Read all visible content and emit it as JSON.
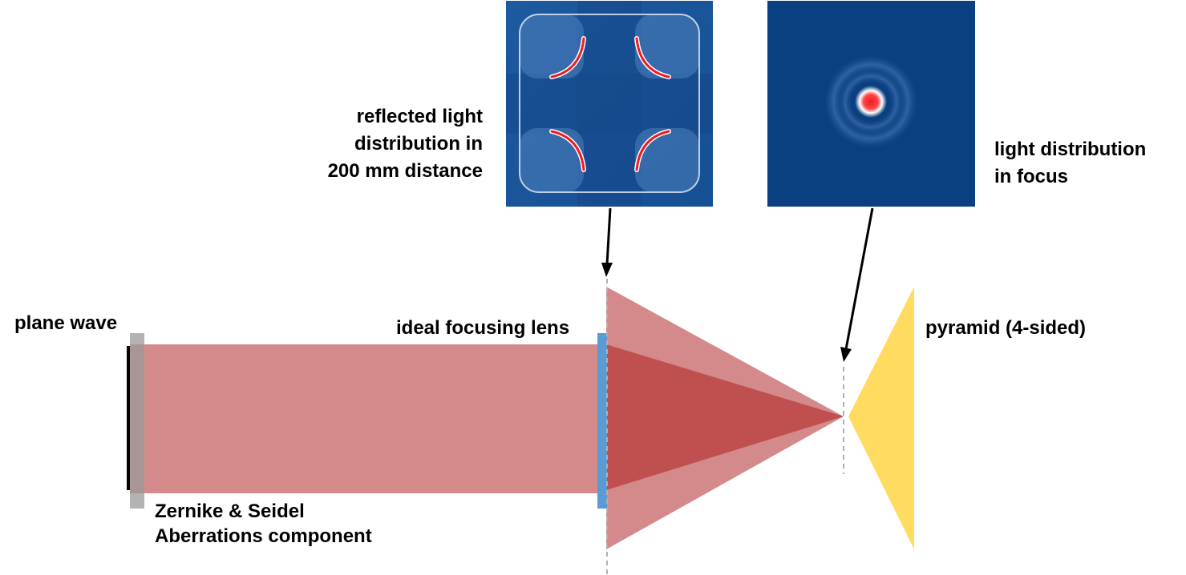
{
  "labels": {
    "plane_wave": "plane wave",
    "lens": "ideal focusing lens",
    "aberrations_line1": "Zernike & Seidel",
    "aberrations_line2": "Aberrations component",
    "pyramid": "pyramid (4-sided)",
    "reflected_line1": "reflected light",
    "reflected_line2": "distribution in",
    "reflected_line3": "200 mm distance",
    "focus_line1": "light distribution",
    "focus_line2": "in focus"
  },
  "colors": {
    "beam": "#d48a8a",
    "beam_dark": "#c05050",
    "lens": "#5b9bd5",
    "aberration_plate": "#9a9a9a",
    "pyramid": "#ffdc60",
    "map_background": "#0a3f80",
    "hotspot": "#ee1c24"
  }
}
